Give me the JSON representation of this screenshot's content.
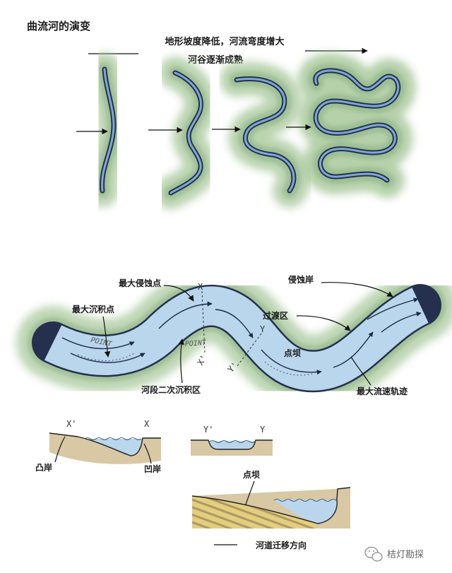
{
  "title": "曲流河的演变",
  "evolution": {
    "caption_line1": "地形坡度降低，河流弯度增大",
    "caption_line2": "河谷逐渐成熟"
  },
  "meander": {
    "labels": {
      "max_erosion_point": "最大侵蚀点",
      "erosion_bank": "侵蚀岸",
      "max_deposition_point": "最大沉积点",
      "transition_zone": "过渡区",
      "point_bar": "点坝",
      "secondary_deposition": "河段二次沉积区",
      "max_velocity_path": "最大流速轨迹"
    },
    "handwritten": {
      "point_left": "POINT",
      "point_right": "POINT",
      "x": "X",
      "x_prime": "X'",
      "y": "Y",
      "y_prime": "Y'"
    }
  },
  "sections": {
    "xx": {
      "x_prime": "X'",
      "x": "X",
      "convex_bank": "凸岸",
      "concave_bank": "凹岸"
    },
    "yy": {
      "y_prime": "Y'",
      "y": "Y"
    },
    "point_bar": {
      "label": "点坝"
    },
    "migration": "河道迁移方向"
  },
  "watermark": "桔灯勘探",
  "colors": {
    "water": "#b9d6ec",
    "river_edge": "#24304d",
    "river_core": "#7ea8d6",
    "vegetation": "#a9c99c",
    "vegetation_dark": "#7fa577",
    "earth": "#d8c8a4",
    "point_bar": "#e3cf7a"
  }
}
